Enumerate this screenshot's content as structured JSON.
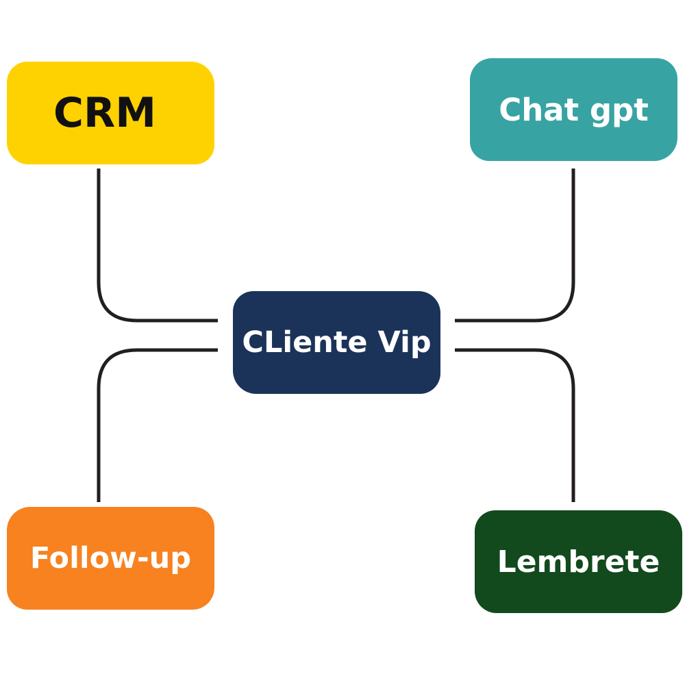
{
  "diagram": {
    "center": {
      "label": "CLiente Vip",
      "bg": "#1b3358",
      "fg": "#ffffff"
    },
    "nodes": {
      "crm": {
        "label": "CRM",
        "bg": "#fed200",
        "fg": "#111111"
      },
      "chat": {
        "label": "Chat gpt",
        "bg": "#38a3a3",
        "fg": "#ffffff"
      },
      "follow": {
        "label": "Follow-up",
        "bg": "#f7821f",
        "fg": "#ffffff"
      },
      "lembrete": {
        "label": "Lembrete",
        "bg": "#124a1d",
        "fg": "#ffffff"
      }
    },
    "connector_color": "#231f1f"
  }
}
